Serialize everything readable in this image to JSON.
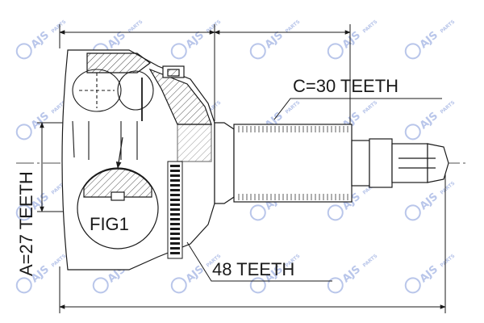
{
  "labels": {
    "c_teeth": "C=30 TEETH",
    "a_teeth": "A=27 TEETH",
    "abs_teeth": "48 TEETH",
    "fig": "FIG1"
  },
  "watermark": {
    "brand": "AJS",
    "suffix": "PARTS"
  },
  "colors": {
    "line": "#1a1a1a",
    "watermark": "#b9c6ea"
  }
}
